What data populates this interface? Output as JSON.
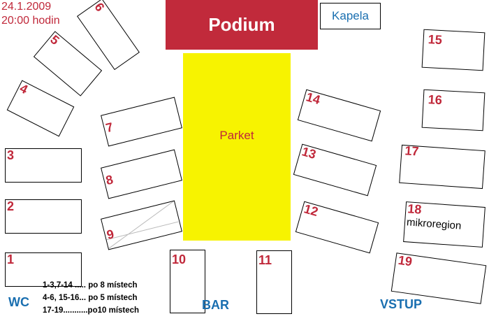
{
  "header": {
    "date": "24.1.2009",
    "time": "20:00 hodin"
  },
  "podium": {
    "label": "Podium"
  },
  "kapela": {
    "label": "Kapela"
  },
  "parket": {
    "label": "Parket"
  },
  "tables": [
    {
      "number": "1"
    },
    {
      "number": "2"
    },
    {
      "number": "3"
    },
    {
      "number": "4"
    },
    {
      "number": "5"
    },
    {
      "number": "6"
    },
    {
      "number": "7"
    },
    {
      "number": "8"
    },
    {
      "number": "9"
    },
    {
      "number": "10"
    },
    {
      "number": "11"
    },
    {
      "number": "12"
    },
    {
      "number": "13"
    },
    {
      "number": "14"
    },
    {
      "number": "15"
    },
    {
      "number": "16"
    },
    {
      "number": "17"
    },
    {
      "number": "18",
      "note": "mikroregion"
    },
    {
      "number": "19"
    }
  ],
  "labels": {
    "wc": "WC",
    "bar": "BAR",
    "vstup": "VSTUP"
  },
  "legend": [
    "1-3,7-14 ..... po 8 místech",
    "4-6, 15-16... po 5 místech",
    "17-19...........po10 místech"
  ]
}
